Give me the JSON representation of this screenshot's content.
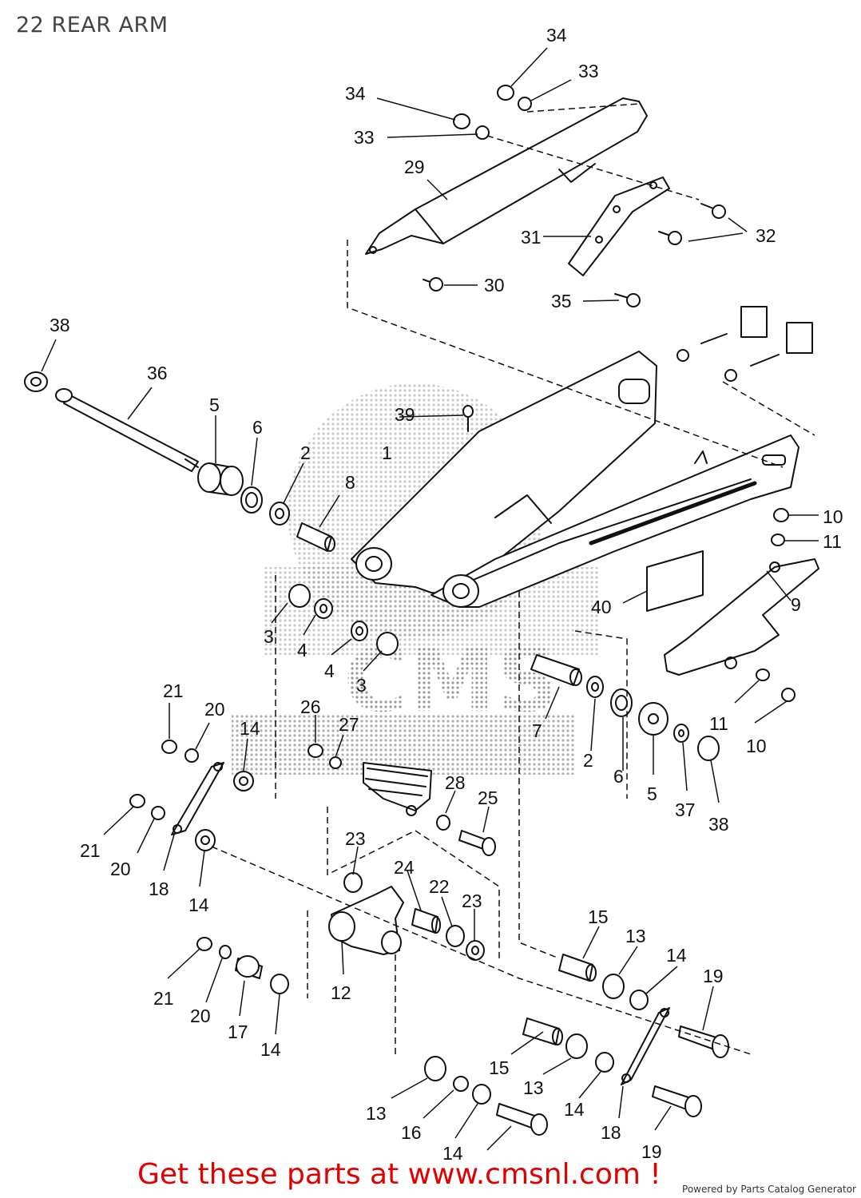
{
  "page": {
    "title": "22 REAR ARM"
  },
  "diagram": {
    "callouts": [
      "1",
      "2",
      "3",
      "4",
      "5",
      "6",
      "7",
      "8",
      "9",
      "10",
      "11",
      "12",
      "13",
      "14",
      "15",
      "16",
      "17",
      "18",
      "19",
      "20",
      "21",
      "22",
      "23",
      "24",
      "25",
      "26",
      "27",
      "28",
      "29",
      "30",
      "31",
      "32",
      "33",
      "34",
      "35",
      "36",
      "37",
      "38",
      "39",
      "40"
    ],
    "watermark": "CMS"
  },
  "footer": {
    "cta_text": "Get these parts at www.cmsnl.com !",
    "powered_by": "Powered by Parts Catalog Generator"
  },
  "colors": {
    "line": "#111111",
    "watermark": "#9a9a9a",
    "cta": "#e00000"
  }
}
